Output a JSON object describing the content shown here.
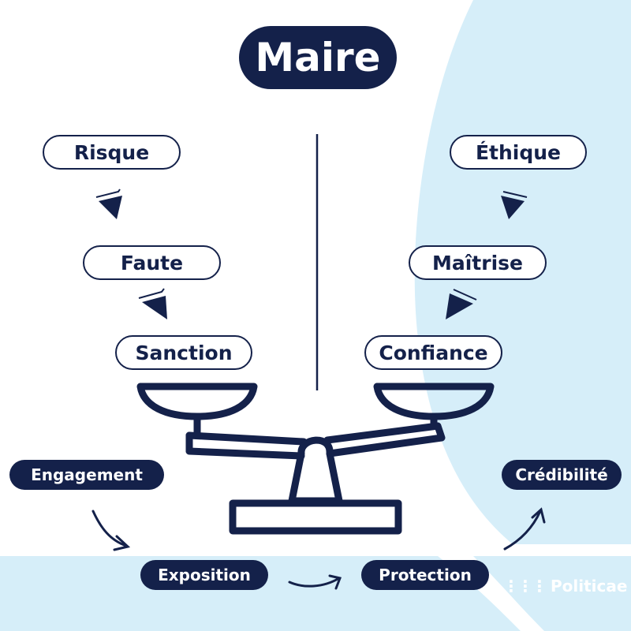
{
  "title": "Maire",
  "left_chain": [
    "Risque",
    "Faute",
    "Sanction"
  ],
  "right_chain": [
    "Éthique",
    "Maîtrise",
    "Confiance"
  ],
  "bottom": {
    "engagement": "Engagement",
    "exposition": "Exposition",
    "protection": "Protection",
    "credibilite": "Crédibilité"
  },
  "logo": "Politicae",
  "colors": {
    "navy": "#14214a",
    "light_blue": "#d6eef9"
  }
}
